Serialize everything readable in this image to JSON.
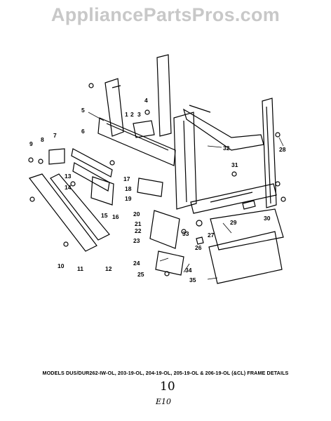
{
  "watermark": "AppliancePartsPros.com",
  "caption": "MODELS DUS/DUR262-IW-OL, 203-19-OL, 204-19-OL, 205-19-OL & 206-19-OL (&CL) FRAME DETAILS",
  "page_number": "10",
  "page_code": "E10",
  "callouts": [
    "1",
    "2",
    "3",
    "4",
    "5",
    "6",
    "7",
    "8",
    "9",
    "10",
    "11",
    "12",
    "13",
    "14",
    "15",
    "16",
    "17",
    "18",
    "19",
    "20",
    "21",
    "22",
    "23",
    "24",
    "25",
    "26",
    "27",
    "28",
    "29",
    "30",
    "31",
    "32",
    "33",
    "34",
    "35"
  ]
}
